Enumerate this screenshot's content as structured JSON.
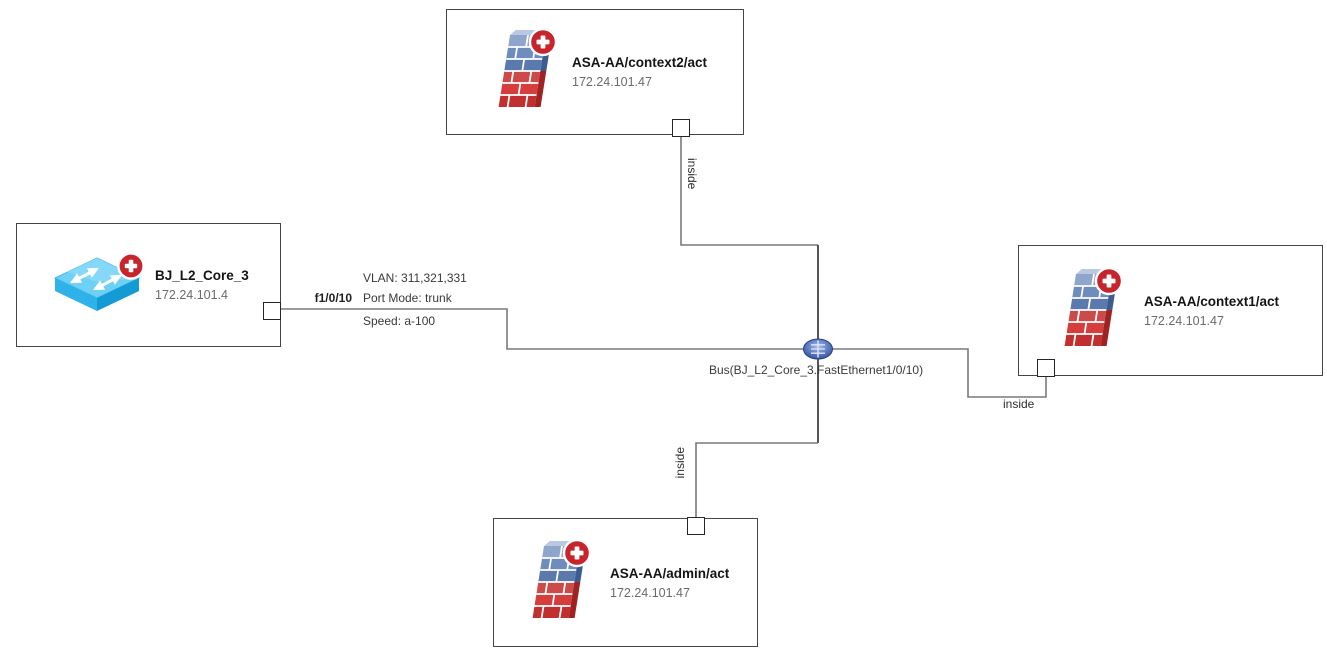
{
  "colors": {
    "badge_red": "#c8242c",
    "bus_blue": "#34509e",
    "link_gray": "#7a7a7a",
    "link_dark": "#2b2b2b",
    "node_border": "#454545",
    "title_text": "#141414",
    "ip_text": "#6b6b6b",
    "label_text": "#3a3a3a"
  },
  "diagram": {
    "nodes": [
      {
        "title": "ASA-AA/context2/act",
        "ip": "172.24.101.47",
        "type": "firewall",
        "icon": "firewall-icon",
        "badge": "add-badge-icon"
      },
      {
        "title": "BJ_L2_Core_3",
        "ip": "172.24.101.4",
        "type": "switch",
        "icon": "switch-icon",
        "badge": "add-badge-icon"
      },
      {
        "title": "ASA-AA/context1/act",
        "ip": "172.24.101.47",
        "type": "firewall",
        "icon": "firewall-icon",
        "badge": "add-badge-icon"
      },
      {
        "title": "ASA-AA/admin/act",
        "ip": "172.24.101.47",
        "type": "firewall",
        "icon": "firewall-icon",
        "badge": "add-badge-icon"
      }
    ],
    "bus_label": "Bus(BJ_L2_Core_3.FastEthernet1/0/10)",
    "link_labels": {
      "switch_port": "f1/0/10",
      "vlan": "VLAN: 311,321,331",
      "port_mode": "Port Mode: trunk",
      "speed": "Speed: a-100",
      "inside_top": "inside",
      "inside_right": "inside",
      "inside_bottom": "inside"
    }
  }
}
